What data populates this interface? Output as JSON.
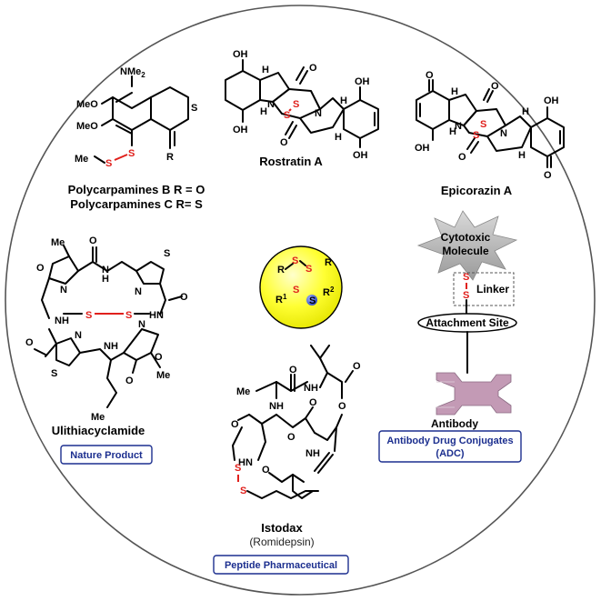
{
  "labels": {
    "polycarpamines_b": "Polycarpamines B  R = O",
    "polycarpamines_c": "Polycarpamines C  R= S",
    "rostratin": "Rostratin A",
    "epicorazin": "Epicorazin A",
    "ulithiacyclamide": "Ulithiacyclamide",
    "istodax": "Istodax",
    "romidepsin": "(Romidepsin)",
    "cytotoxic_line1": "Cytotoxic",
    "cytotoxic_line2": "Molecule",
    "linker": "Linker",
    "attachment_site": "Attachment Site",
    "antibody": "Antibody"
  },
  "boxes": {
    "nature_product": "Nature Product",
    "peptide_pharmaceutical": "Peptide Pharmaceutical",
    "adc_line1": "Antibody Drug Conjugates",
    "adc_line2": "(ADC)"
  },
  "atoms": {
    "nme2": "NMe",
    "nme2_sub": "2",
    "meo": "MeO",
    "me": "Me",
    "s": "S",
    "r": "R",
    "oh": "OH",
    "o": "O",
    "n": "N",
    "h": "H",
    "nh": "NH",
    "hn": "HN",
    "r1": "R",
    "r1_sup": "1",
    "r2": "R",
    "r2_sup": "2"
  },
  "colors": {
    "disulfide": "#e0201c",
    "center_circle": "#ffff33",
    "box_border": "#1c2f8f",
    "antibody": "#c39ab5",
    "selenium_ball": "#4a63d6"
  }
}
